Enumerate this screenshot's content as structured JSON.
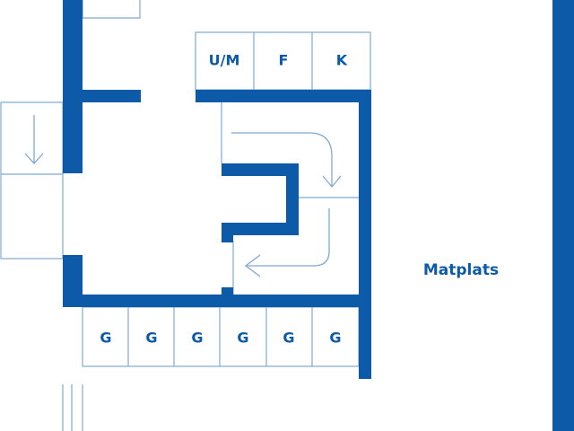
{
  "colors": {
    "wall": "#0c5aa8",
    "thin_line": "#7fa9d4",
    "background": "#ffffff"
  },
  "top_storage": [
    "U/M",
    "F",
    "K"
  ],
  "lockers": [
    "G",
    "G",
    "G",
    "G",
    "G",
    "G"
  ],
  "rooms": {
    "dining": "Matplats"
  },
  "icons": [
    "down-arrow-icon",
    "curved-arrow-icon"
  ]
}
